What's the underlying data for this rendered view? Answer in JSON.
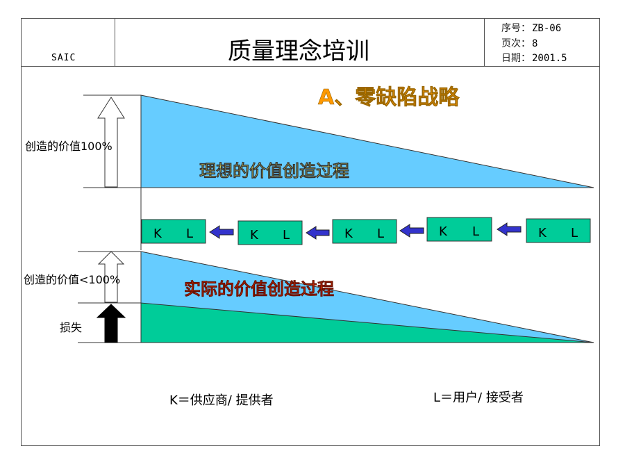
{
  "header": {
    "company": "SAIC",
    "title": "质量理念培训",
    "serial_label": "序号：",
    "serial_value": "ZB-06",
    "page_label": "页次：",
    "page_value": "8",
    "date_label": "日期：",
    "date_value": "2001.5"
  },
  "diagram": {
    "heading": "A、零缺陷战略",
    "ideal_label": "创造的价值100%",
    "ideal_process": "理想的价值创造过程",
    "actual_label": "创造的价值<100%",
    "actual_process": "实际的价值创造过程",
    "loss_label": "损失",
    "kl_boxes": [
      {
        "k": "K",
        "l": "L"
      },
      {
        "k": "K",
        "l": "L"
      },
      {
        "k": "K",
        "l": "L"
      },
      {
        "k": "K",
        "l": "L"
      },
      {
        "k": "K",
        "l": "L"
      }
    ],
    "legend_k": "K＝供应商/ 提供者",
    "legend_l": "L＝用户/ 接受者",
    "colors": {
      "sky_blue": "#66CCFF",
      "green": "#00CC99",
      "kl_box": "#00CC99",
      "arrow_blue": "#3333CC",
      "heading": "#FF9900",
      "ideal_text": "#FFFF66",
      "actual_text": "#FF3300"
    }
  }
}
